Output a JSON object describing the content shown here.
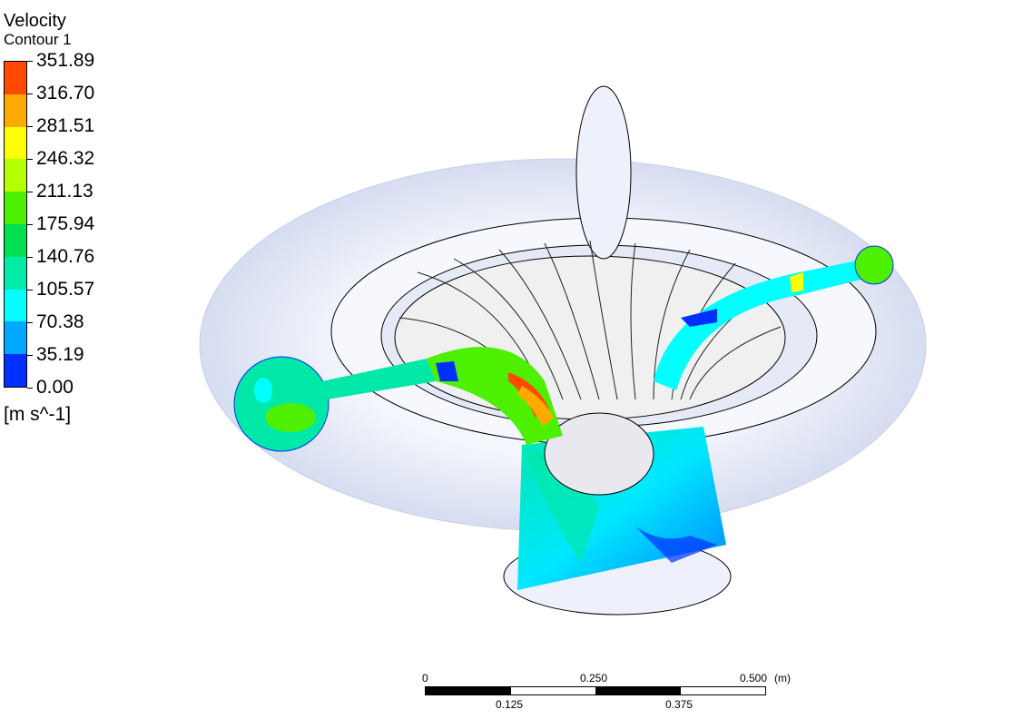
{
  "legend": {
    "title": "Velocity",
    "subtitle": "Contour 1",
    "unit": "[m s^-1]",
    "labels": [
      "351.89",
      "316.70",
      "281.51",
      "246.32",
      "211.13",
      "175.94",
      "140.76",
      "105.57",
      "70.38",
      "35.19",
      "0.00"
    ],
    "colors": [
      "#ff4a00",
      "#ffaa00",
      "#ffff00",
      "#b4ff00",
      "#4cf000",
      "#00e050",
      "#00eaa8",
      "#00ffff",
      "#00a8ff",
      "#0030ff"
    ]
  },
  "scale_bar": {
    "top_labels": [
      "0",
      "0.250",
      "0.500"
    ],
    "unit": "(m)",
    "bottom_labels": [
      "0.125",
      "0.375"
    ]
  }
}
